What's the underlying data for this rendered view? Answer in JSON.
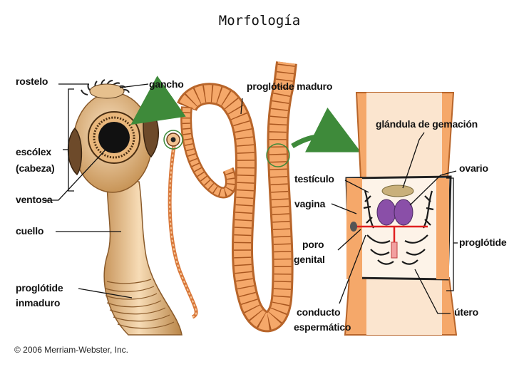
{
  "title": "Morfología",
  "labels": {
    "rostelo": "rostelo",
    "gancho": "gancho",
    "escolex": "escólex",
    "cabeza": "(cabeza)",
    "ventosa": "ventosa",
    "cuello": "cuello",
    "proglotide_inmaduro_1": "proglótide",
    "proglotide_inmaduro_2": "inmaduro",
    "proglotide_maduro": "proglótide maduro",
    "glandula": "glándula de gemación",
    "ovario": "ovario",
    "testiculo": "testículo",
    "vagina": "vagina",
    "poro": "poro",
    "genital": "genital",
    "proglotide": "proglótide",
    "conducto": "conducto",
    "espermatico": "espermático",
    "utero": "útero"
  },
  "copyright": "© 2006 Merriam-Webster, Inc.",
  "colors": {
    "segment_fill": "#f5a86a",
    "segment_dark": "#d9783a",
    "head_fill": "#efc99a",
    "arrow": "#3e8a3a",
    "uterus": "#1a1a1a",
    "ovary": "#8a4fa8",
    "duct": "#e02020"
  }
}
